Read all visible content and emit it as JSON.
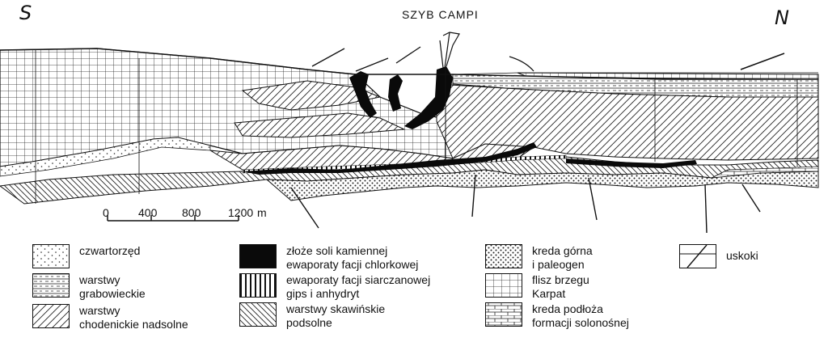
{
  "figure": {
    "south_label": "S",
    "north_label": "N",
    "shaft_label": "SZYB CAMPI"
  },
  "scale_bar": {
    "ticks": [
      "0",
      "400",
      "800",
      "1200"
    ],
    "unit": "m"
  },
  "legend": [
    {
      "id": "quaternary",
      "pattern": "dots-sparse",
      "lines": [
        "czwartorzęd"
      ]
    },
    {
      "id": "grabowiec",
      "pattern": "dash-lines",
      "lines": [
        "warstwy",
        "grabowieckie"
      ]
    },
    {
      "id": "chodenice",
      "pattern": "hatch-right",
      "lines": [
        "warstwy",
        "chodenickie nadsolne"
      ]
    },
    {
      "id": "rock-salt",
      "pattern": "solid-black",
      "lines": [
        "złoże soli kamiennej",
        "ewaporaty facji chlorkowej"
      ]
    },
    {
      "id": "sulphate",
      "pattern": "vertical-lines",
      "lines": [
        "ewaporaty facji siarczanowej",
        "gips i anhydryt"
      ]
    },
    {
      "id": "skawina",
      "pattern": "hatch-left",
      "lines": [
        "warstwy skawińskie",
        "podsolne"
      ]
    },
    {
      "id": "cretaceous-paleogene",
      "pattern": "dots-dense",
      "lines": [
        "kreda górna",
        "i paleogen"
      ]
    },
    {
      "id": "carpathian-flysch",
      "pattern": "grid",
      "lines": [
        "flisz brzegu",
        "Karpat"
      ]
    },
    {
      "id": "cretaceous-basement",
      "pattern": "bricks",
      "lines": [
        "kreda podłoża",
        "formacji solonośnej"
      ]
    },
    {
      "id": "faults",
      "pattern": "fault-symbol",
      "lines": [
        "uskoki"
      ]
    }
  ]
}
